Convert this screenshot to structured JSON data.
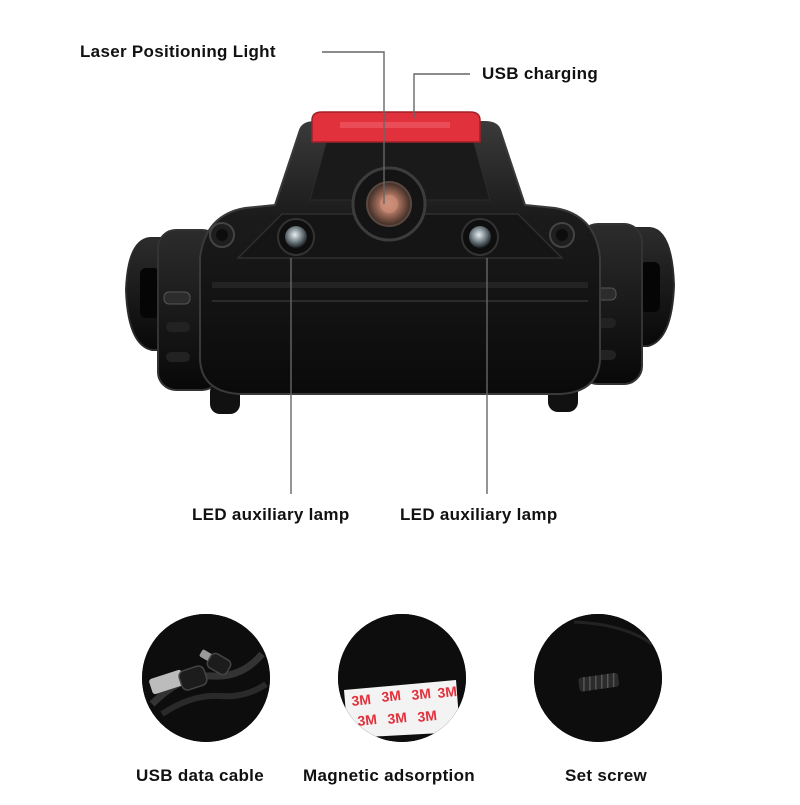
{
  "callouts": {
    "laser": "Laser Positioning Light",
    "usb": "USB charging",
    "led_left": "LED auxiliary lamp",
    "led_right": "LED auxiliary lamp"
  },
  "accessories": [
    {
      "label": "USB data cable",
      "icon": "usb-cable-icon"
    },
    {
      "label": "Magnetic adsorption",
      "icon": "adhesive-pad-icon"
    },
    {
      "label": "Set screw",
      "icon": "screw-icon"
    }
  ],
  "colors": {
    "body": "#161616",
    "accent_red": "#e0313c",
    "leader_line": "#666666"
  }
}
